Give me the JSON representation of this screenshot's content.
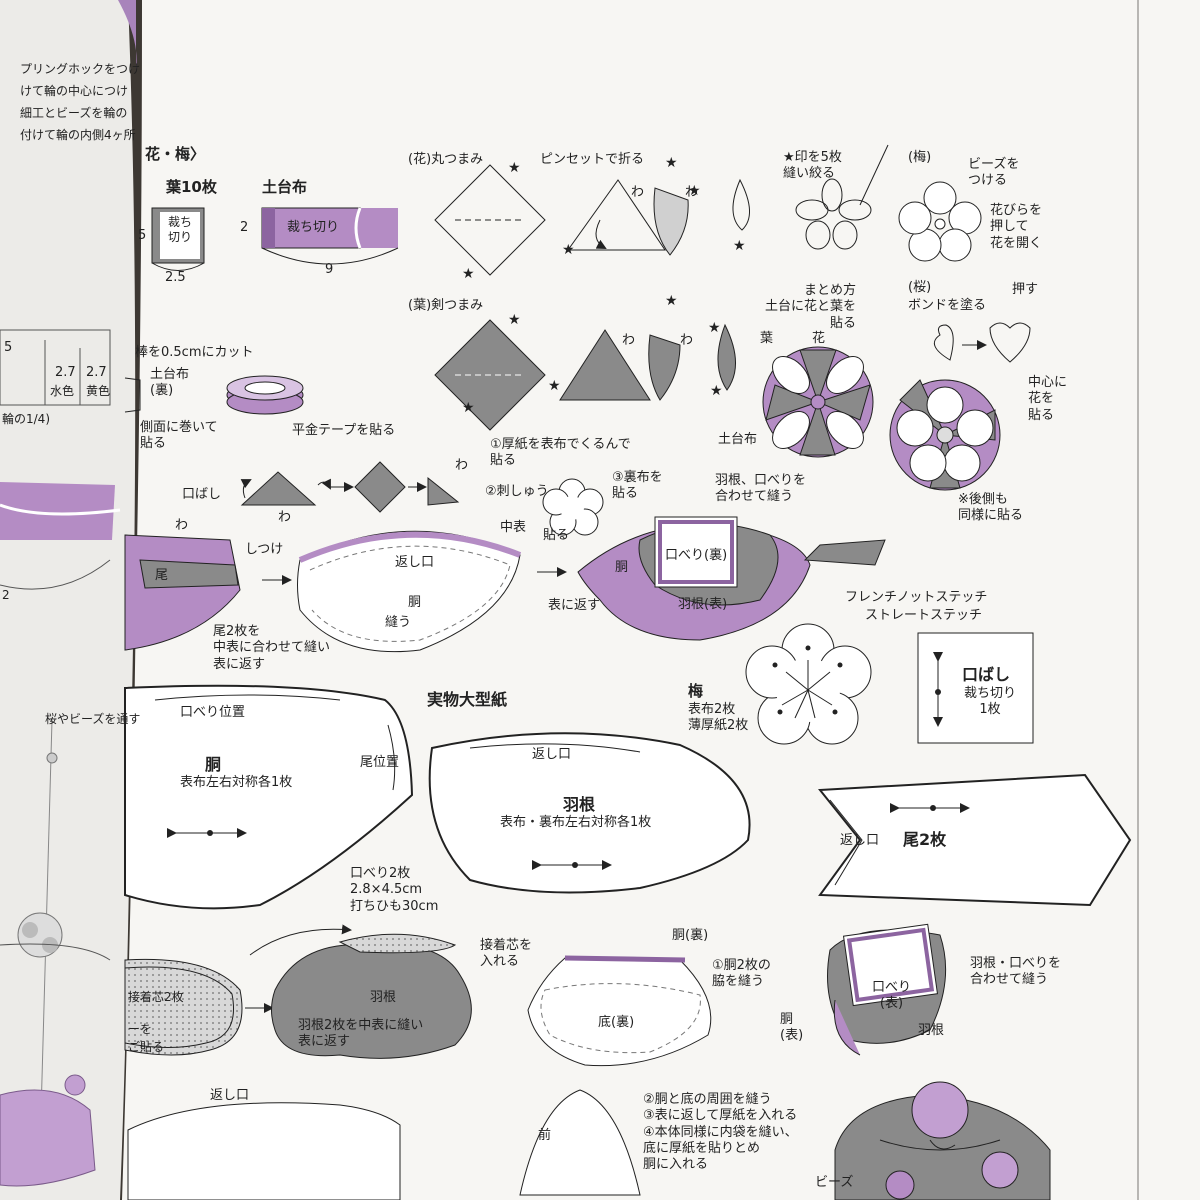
{
  "colors": {
    "purple": "#b48cc4",
    "purple_dark": "#8c64a0",
    "gray": "#8a8a8a",
    "gray_dark": "#6f6f6f",
    "paper": "#f7f6f3"
  },
  "left_page": {
    "vertical_text": [
      "プリングホックをつけ",
      "けて輪の中心につけ",
      "細工とビーズを輪の",
      "付けて輪の内側4ヶ所"
    ],
    "cells": [
      "5",
      "2.7",
      "2.7"
    ],
    "cell_labels": [
      "水色",
      "黄色"
    ],
    "note_fraction": "輪の1/4)",
    "pendant_label": "桜やビーズを通す",
    "dimension_label": "2",
    "bottom_labels": [
      "接着芯2枚",
      "ーを",
      "ご貼る"
    ]
  },
  "section": {
    "title": "花・梅〉"
  },
  "materials": {
    "leaf": {
      "title": "葉10枚",
      "cut_label": "裁ち切り",
      "height": "5",
      "width": "2.5"
    },
    "base": {
      "title": "土台布",
      "cut_label": "裁ち切り",
      "height": "2",
      "length": "9"
    }
  },
  "round_tsumami": {
    "title": "(花)丸つまみ",
    "tweezers_label": "ピンセットで折る",
    "fold_label": "わ",
    "sew_label": "★印を5枚\n縫い絞る"
  },
  "ume_flower": {
    "title": "(梅)",
    "beads": "ビーズを\nつける",
    "press": "花びらを\n押して\n花を開く"
  },
  "sword_tsumami": {
    "title": "(葉)剣つまみ",
    "fold_label": "わ"
  },
  "sakura": {
    "title": "(桜)",
    "bond": "ボンドを塗る",
    "press": "押す"
  },
  "assembly": {
    "title": "まとめ方\n土台に花と葉を\n貼る",
    "leaf": "葉",
    "flower": "花",
    "base_cloth": "土台布",
    "center": "中心に\n花を\n貼る",
    "back_note": "※後側も\n同様に貼る"
  },
  "ring": {
    "cut_stick": "棒を0.5cmにカット",
    "base_back": "土台布\n(裏)",
    "wrap": "側面に巻いて\n貼る",
    "tape": "平金テープを貼る"
  },
  "beak": {
    "title": "口ばし",
    "fold": "わ"
  },
  "ume_steps": {
    "step1": "①厚紙を表布でくるんで\n貼る",
    "step2": "②刺しゅう",
    "step3": "③裏布を\n貼る",
    "paste": "貼る"
  },
  "body_steps": {
    "fold": "わ",
    "baste": "しつけ",
    "tail": "尾",
    "tail_note": "尾2枚を\n中表に合わせて縫い\n表に返す",
    "inner_outer": "中表",
    "return_opening": "返し口",
    "body": "胴",
    "sew": "縫う",
    "turn_out": "表に返す",
    "wing_sew": "羽根、口べりを\n合わせて縫う",
    "mouth_back": "口べり(裏)",
    "wing_front": "羽根(表)",
    "body_label": "胴"
  },
  "stitches": {
    "french": "フレンチノットステッチ",
    "straight": "ストレートステッチ"
  },
  "ume_pattern": {
    "name": "梅",
    "detail": "表布2枚\n薄厚紙2枚"
  },
  "beak_pattern": {
    "name": "口ばし",
    "detail": "裁ち切り\n1枚"
  },
  "full_size_title": "実物大型紙",
  "patterns": {
    "body": {
      "name": "胴",
      "detail": "表布左右対称各1枚",
      "mouth_pos": "口べり位置",
      "tail_pos": "尾位置"
    },
    "wing": {
      "name": "羽根",
      "detail": "表布・裏布左右対称各1枚",
      "opening": "返し口"
    },
    "tail": {
      "name": "尾2枚",
      "opening": "返し口"
    },
    "mouth_edge": {
      "detail": "口べり2枚\n2.8×4.5cm\n打ちひも30cm"
    }
  },
  "wing_steps": {
    "interlining": "接着芯を\n入れる",
    "wing": "羽根",
    "note": "羽根2枚を中表に縫い\n表に返す"
  },
  "bottom_steps": {
    "body_back": "胴(裏)",
    "step1": "①胴2枚の\n脇を縫う",
    "bottom_back": "底(裏)",
    "step234": "②胴と底の周囲を縫う\n③表に返して厚紙を入れる\n④本体同様に内袋を縫い、\n底に厚紙を貼りとめ\n胴に入れる",
    "front": "前",
    "opening": "返し口"
  },
  "final": {
    "note": "羽根・口べりを\n合わせて縫う",
    "mouth": "口べり\n(表)",
    "body": "胴\n(表)",
    "wing": "羽根",
    "beads": "ビーズ"
  }
}
